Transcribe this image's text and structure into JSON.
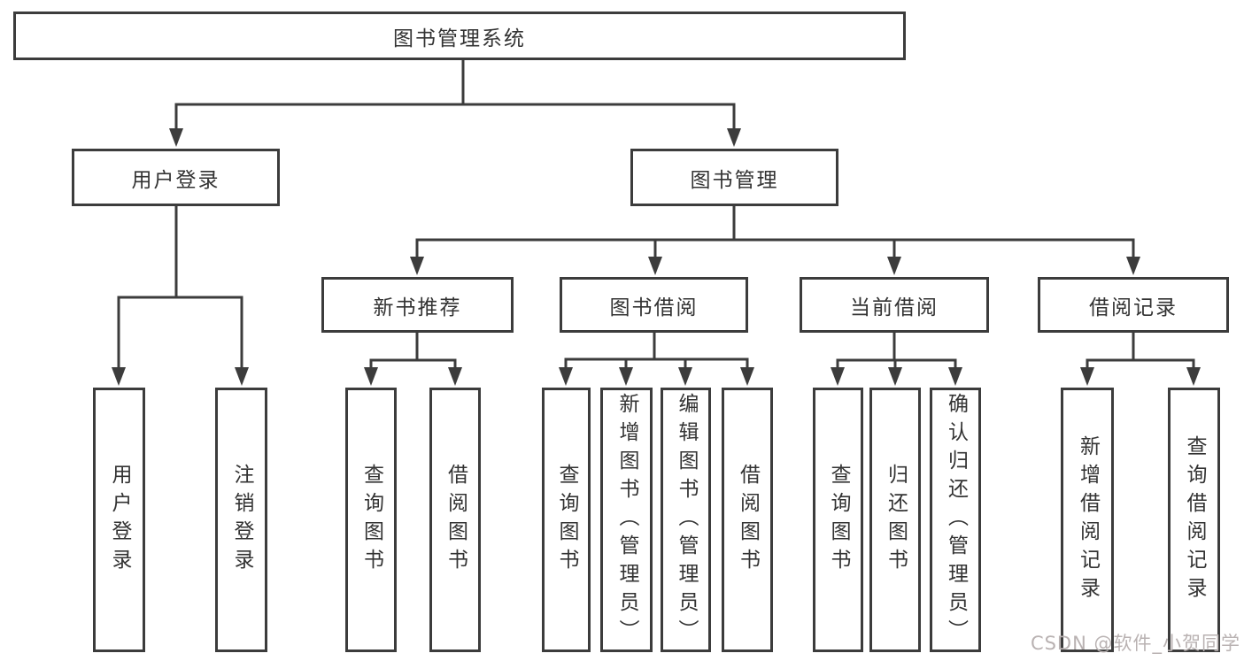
{
  "diagram": {
    "title": "图书管理系统",
    "level2": {
      "user_login": "用户登录",
      "book_management": "图书管理"
    },
    "level3": {
      "new_book_recommend": "新书推荐",
      "book_borrow": "图书借阅",
      "current_borrow": "当前借阅",
      "borrow_records": "借阅记录"
    },
    "leaves": {
      "user_login": "用户登录",
      "logout": "注销登录",
      "recommend_query_books": "查询图书",
      "recommend_borrow_books": "借阅图书",
      "borrow_query_books": "查询图书",
      "borrow_add_books": "新增图书（管理员）",
      "borrow_edit_books": "编辑图书（管理员）",
      "borrow_borrow_books": "借阅图书",
      "current_query_books": "查询图书",
      "current_return_books": "归还图书",
      "current_confirm_return": "确认归还（管理员）",
      "records_add": "新增借阅记录",
      "records_query": "查询借阅记录"
    },
    "watermark": "CSDN @软件_小贺同学",
    "colors": {
      "line": "#3c3c3c",
      "text": "#333333",
      "watermark": "#b9b2b2",
      "background": "#ffffff"
    }
  }
}
